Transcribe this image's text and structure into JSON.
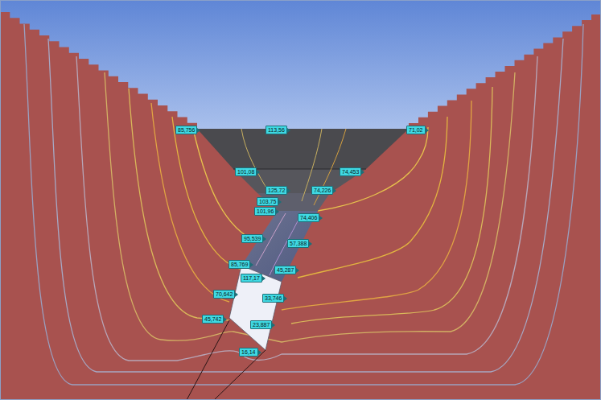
{
  "diagram": {
    "labels": [
      "85,756",
      "113,56",
      "71,02",
      "101,08",
      "74,453",
      "125,72",
      "74,226",
      "103,75",
      "101,96",
      "74,406",
      "95,539",
      "57,388",
      "85,769",
      "117,17",
      "45,287",
      "70,642",
      "33,746",
      "45,742",
      "23,887",
      "16,14"
    ]
  }
}
